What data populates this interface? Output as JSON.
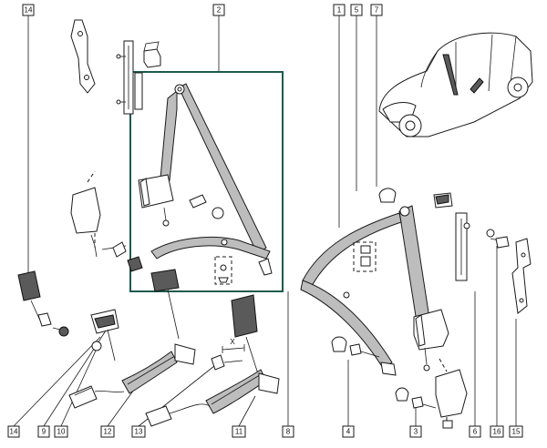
{
  "callouts": {
    "c1": "1",
    "c2": "2",
    "c3": "3",
    "c4": "4",
    "c5": "5",
    "c6": "6",
    "c7": "7",
    "c8": "8",
    "c9": "9",
    "c10": "10",
    "c11": "11",
    "c12": "12",
    "c13": "13",
    "c14_top": "14",
    "c14_bottom": "14",
    "c15": "15",
    "c16": "16"
  },
  "annotation": {
    "x_mark": "X"
  },
  "colors": {
    "highlight_frame": "#1e5a4e",
    "belt_fill": "#bdbdbd",
    "line": "#1a1a1a"
  }
}
